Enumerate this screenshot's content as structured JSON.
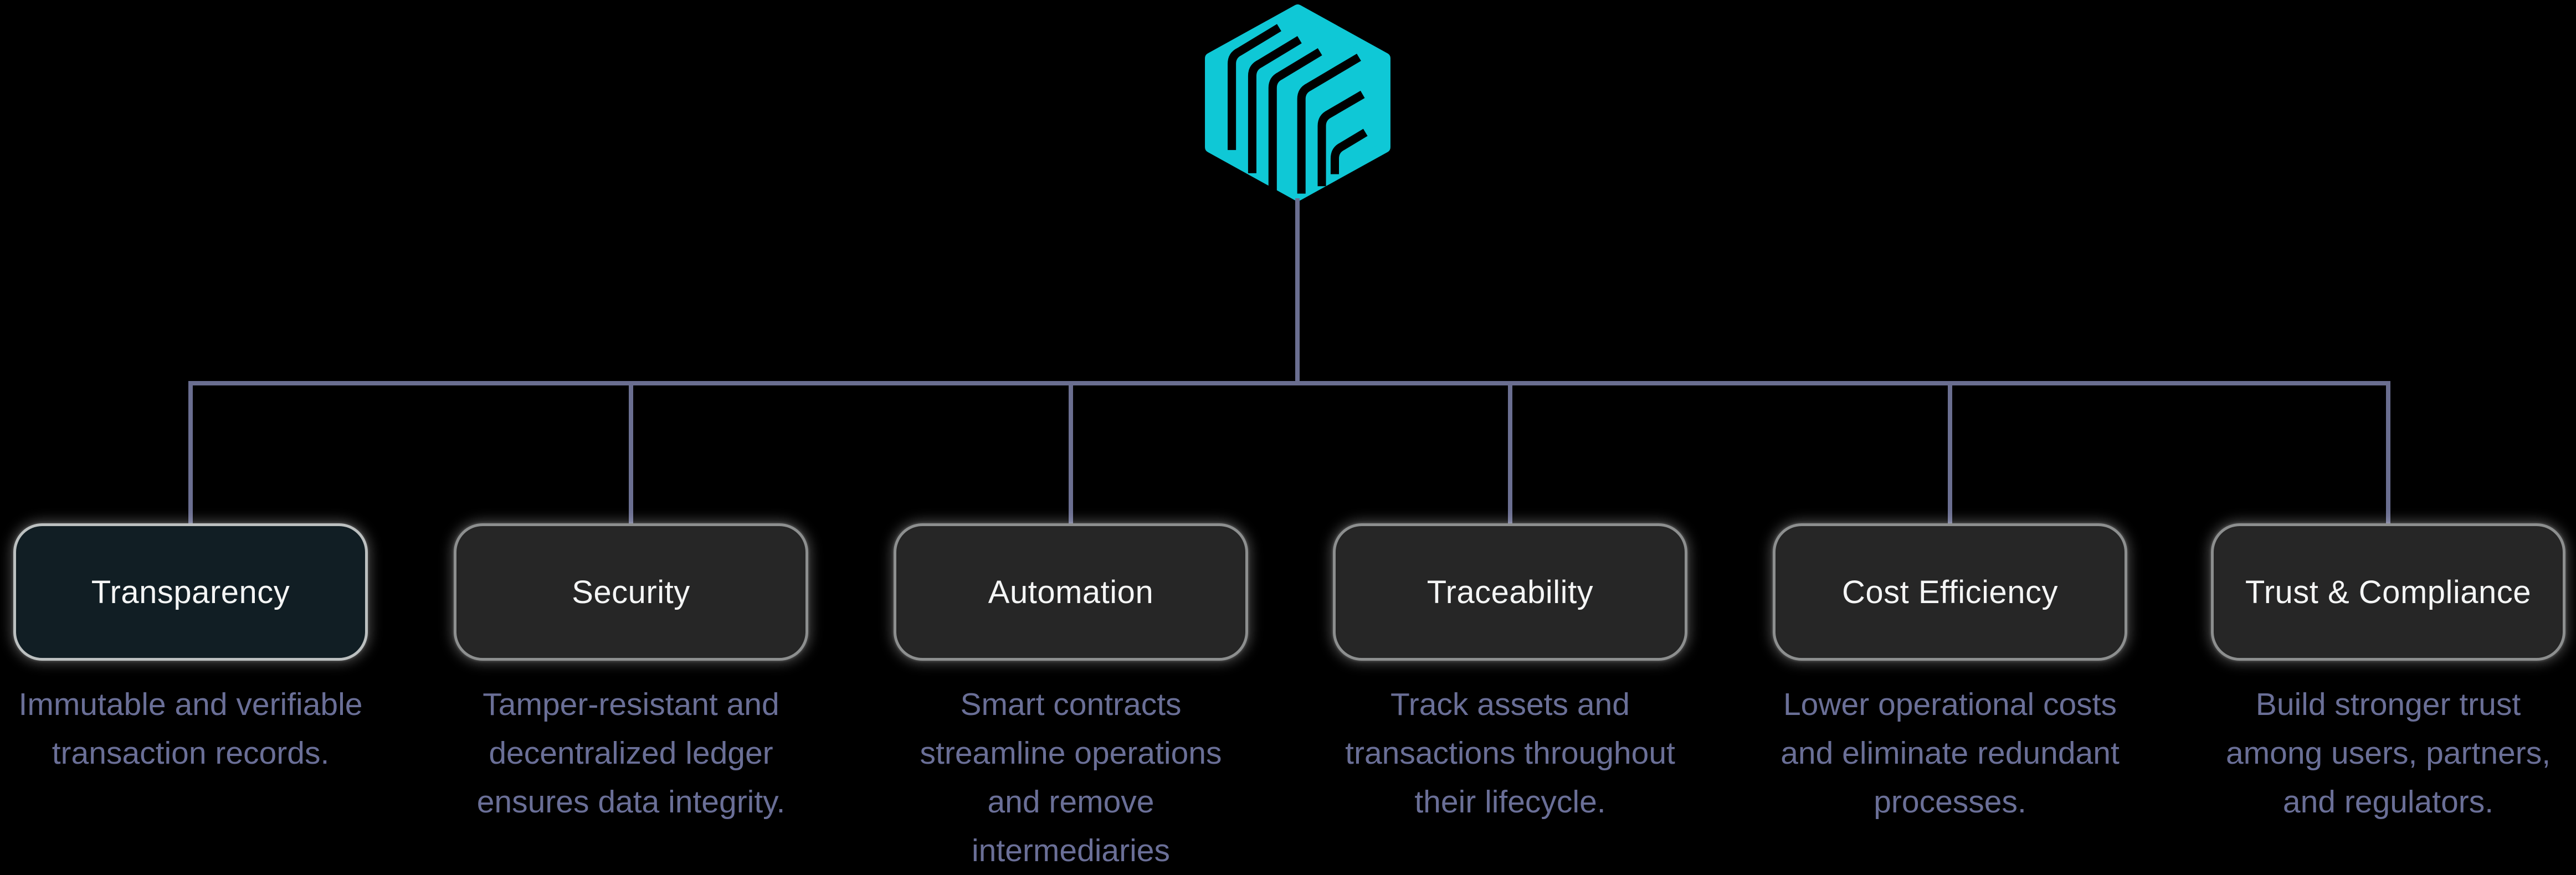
{
  "page": {
    "background": "#000000"
  },
  "logo": {
    "name": "blockchain-cube-logo",
    "color": "#0fc8d6"
  },
  "connectors": {
    "color": "#6a6e90"
  },
  "text_colors": {
    "label": "#f4f5f5",
    "description": "#6a6f97"
  },
  "nodes": [
    {
      "label": "Transparency",
      "description": [
        "Immutable and verifiable",
        "transaction records."
      ],
      "background": "#111e24",
      "border": "#bcc0c0"
    },
    {
      "label": "Security",
      "description": [
        "Tamper-resistant and",
        "decentralized ledger",
        "ensures data integrity."
      ],
      "background": "#262626",
      "border": "#8d8f8f"
    },
    {
      "label": "Automation",
      "description": [
        "Smart contracts",
        "streamline operations",
        "and remove",
        "intermediaries"
      ],
      "background": "#262626",
      "border": "#8d8f8f"
    },
    {
      "label": "Traceability",
      "description": [
        "Track assets and",
        "transactions throughout",
        "their lifecycle."
      ],
      "background": "#262626",
      "border": "#8d8f8f"
    },
    {
      "label": "Cost Efficiency",
      "description": [
        "Lower operational costs",
        "and eliminate redundant",
        "processes."
      ],
      "background": "#262626",
      "border": "#8d8f8f"
    },
    {
      "label": "Trust & Compliance",
      "description": [
        "Build stronger trust",
        "among users, partners,",
        "and regulators."
      ],
      "background": "#262626",
      "border": "#8d8f8f"
    }
  ]
}
